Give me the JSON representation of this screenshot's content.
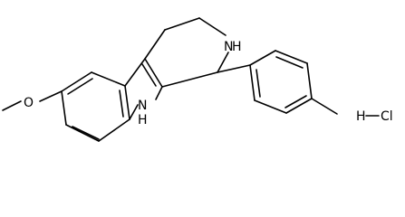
{
  "molecule": {
    "atoms": {
      "methoxy_o": "O",
      "indole_nh": "N",
      "indole_nh_h": "H",
      "ring_nh": "N",
      "ring_nh_h": "H",
      "hcl_h": "H",
      "hcl_cl": "Cl"
    }
  },
  "colors": {
    "bond": "#000000",
    "label": "#000000",
    "background": "#ffffff"
  }
}
